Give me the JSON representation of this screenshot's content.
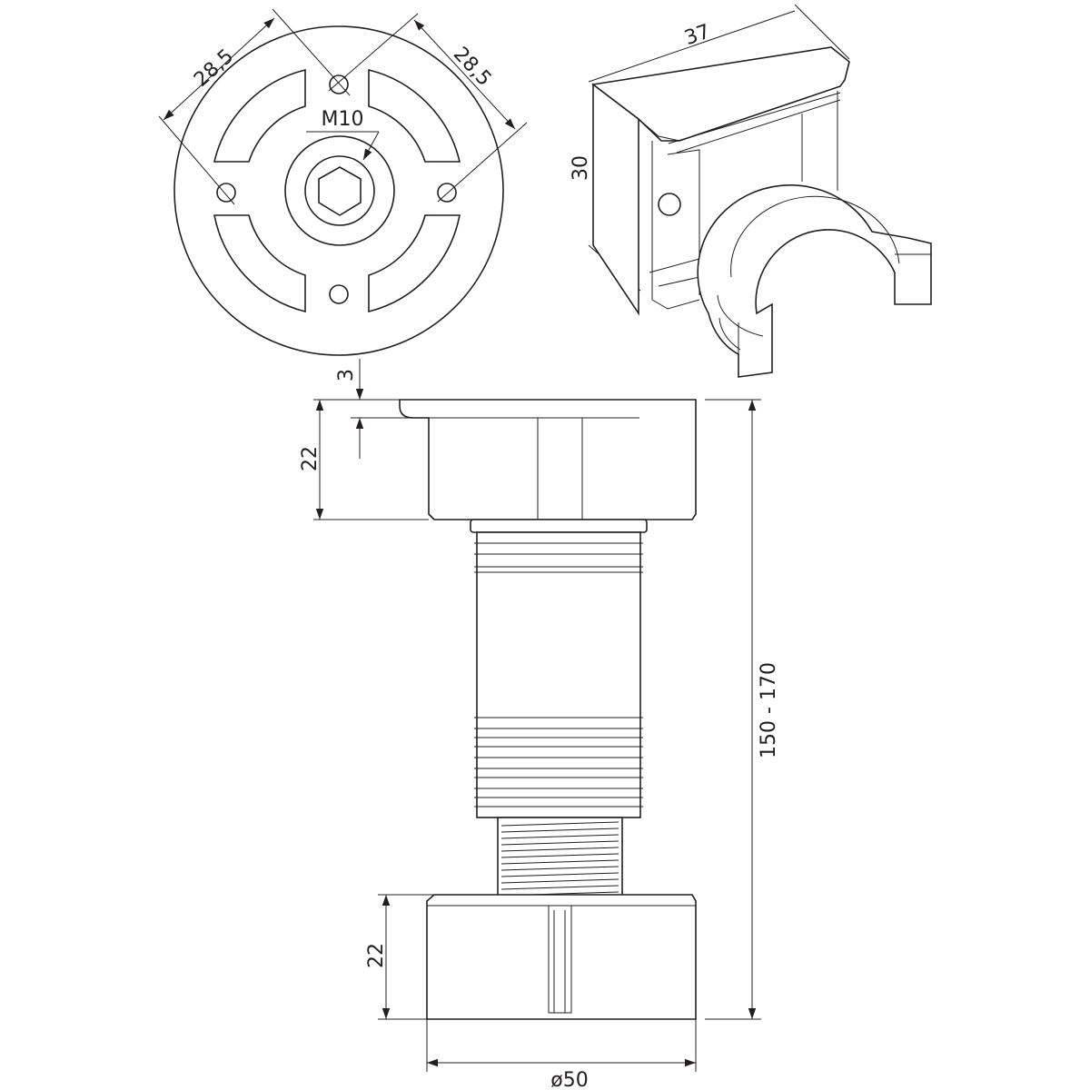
{
  "top_view": {
    "dim_left": "28,5",
    "dim_right": "28,5",
    "thread_label": "M10"
  },
  "iso_view": {
    "dim_length": "37",
    "dim_height": "30"
  },
  "side_view": {
    "dim_top_step": "3",
    "dim_top_cap": "22",
    "dim_bottom_cap": "22",
    "dim_total_height": "150 - 170",
    "dim_diameter": "ø50"
  },
  "colors": {
    "line": "#231f20",
    "background": "#ffffff"
  }
}
